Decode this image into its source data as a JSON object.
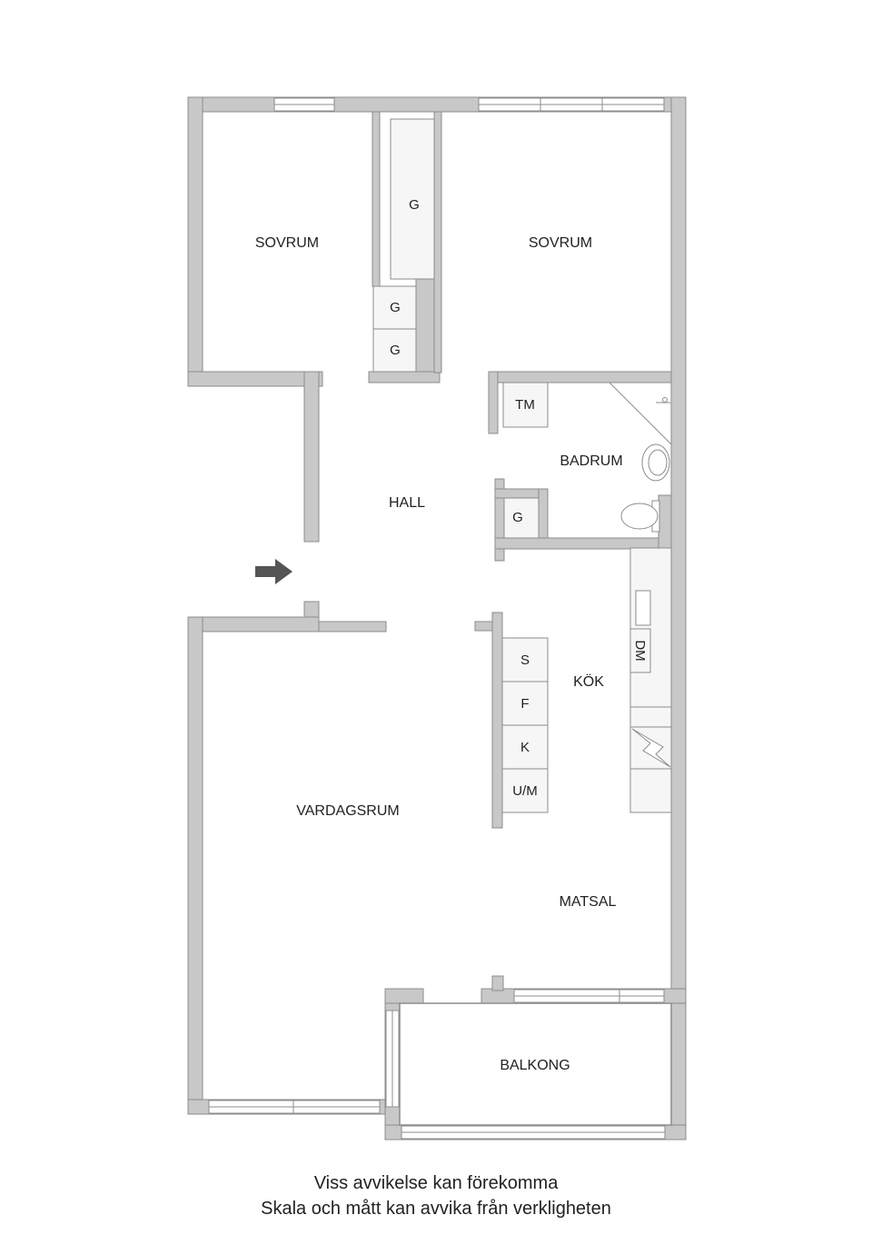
{
  "rooms": {
    "bedroom_left": "SOVRUM",
    "bedroom_right": "SOVRUM",
    "hall": "HALL",
    "bathroom": "BADRUM",
    "kitchen": "KÖK",
    "living_room": "VARDAGSRUM",
    "dining": "MATSAL",
    "balcony": "BALKONG"
  },
  "fixtures": {
    "wardrobe_tall": "G",
    "wardrobe_1": "G",
    "wardrobe_2": "G",
    "wardrobe_hall": "G",
    "dryer": "TM",
    "dishwasher": "DM",
    "stove": "S",
    "fridge": "F",
    "cold": "K",
    "oven_microwave": "U/M"
  },
  "disclaimer": {
    "line1": "Viss avvikelse kan förekomma",
    "line2": "Skala och mått kan avvika från verkligheten"
  },
  "colors": {
    "wall": "#c8c8c8",
    "wall_stroke": "#8c8c8c",
    "fixture_fill": "#f6f6f6",
    "arrow": "#555555"
  }
}
